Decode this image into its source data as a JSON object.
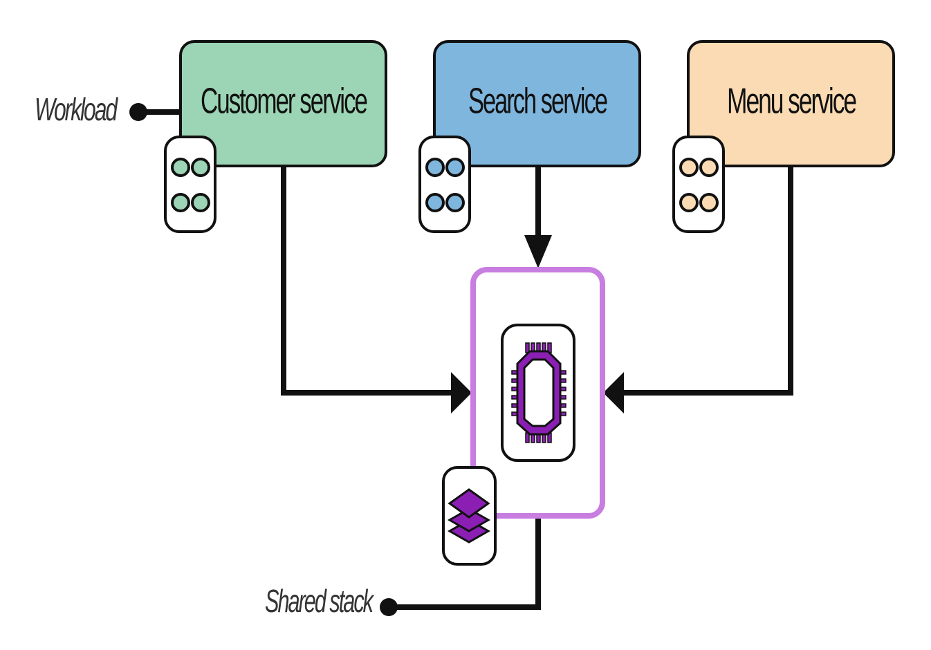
{
  "services": [
    {
      "name": "Customer service",
      "color": "#9cd5b5"
    },
    {
      "name": "Search service",
      "color": "#7fb6dd"
    },
    {
      "name": "Menu service",
      "color": "#fbdbb3"
    }
  ],
  "annotations": {
    "workload": "Workload",
    "shared_stack": "Shared stack"
  },
  "colors": {
    "stack_border": "#c77ee0",
    "chip": "#8b1fb3",
    "line": "#111111"
  },
  "icons": [
    "container-pods-icon",
    "cpu-chip-icon",
    "layers-stack-icon"
  ]
}
